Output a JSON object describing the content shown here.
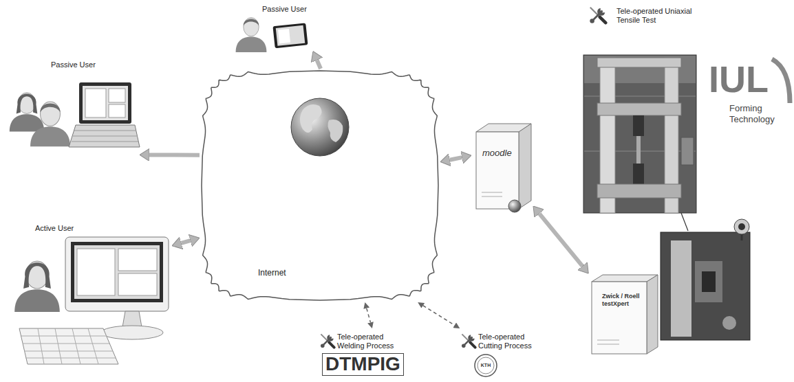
{
  "diagram": {
    "nodes": [
      {
        "text": [
          "Passive User"
        ]
      },
      {
        "text": [
          "Tele-operated Uniaxial Tensile Test"
        ]
      },
      {
        "text": [
          "Passive User"
        ]
      },
      {
        "text": [
          "Internet"
        ]
      },
      {
        "text": [
          "moodle"
        ]
      },
      {
        "text": [
          "Active User"
        ]
      },
      {
        "text": [
          "Zwick / Roell testXpert"
        ]
      },
      {
        "text": [
          "Tele-operated Welding Process",
          "DTMPIG"
        ]
      },
      {
        "text": [
          "Tele-operated Cutting Process"
        ]
      }
    ],
    "edges": [
      {
        "from": 3,
        "to": 0,
        "arrow": "to"
      },
      {
        "from": 3,
        "to": 2,
        "arrow": "to"
      },
      {
        "from": 5,
        "to": 3,
        "arrow": "both"
      },
      {
        "from": 3,
        "to": 4,
        "arrow": "both"
      },
      {
        "from": 4,
        "to": 6,
        "arrow": "both"
      },
      {
        "from": 3,
        "to": 7,
        "arrow": "both"
      },
      {
        "from": 3,
        "to": 8,
        "arrow": "both"
      }
    ],
    "labels": [
      "IUL",
      "Forming Technology",
      "KTH"
    ]
  }
}
